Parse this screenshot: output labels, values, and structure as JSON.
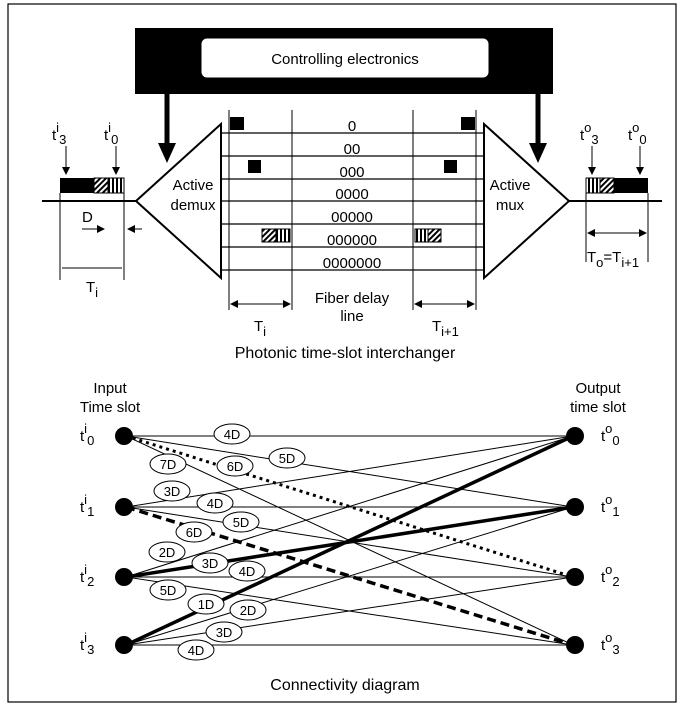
{
  "top": {
    "controller_label": "Controlling electronics",
    "demux_line1": "Active",
    "demux_line2": "demux",
    "mux_line1": "Active",
    "mux_line2": "mux",
    "delay_loops": [
      "0",
      "00",
      "000",
      "0000",
      "00000",
      "000000",
      "0000000"
    ],
    "fiber_line1": "Fiber delay",
    "fiber_line2": "line",
    "input_t3": "t",
    "input_t3_sup": "i",
    "input_t3_sub": "3",
    "input_t0": "t",
    "input_t0_sup": "i",
    "input_t0_sub": "0",
    "output_t3": "t",
    "output_t3_sup": "o",
    "output_t3_sub": "3",
    "output_t0": "t",
    "output_t0_sup": "o",
    "output_t0_sub": "0",
    "D_label": "D",
    "Ti_label": "T",
    "Ti_sub": "i",
    "Ti_mid": "T",
    "Ti_mid_sub": "i",
    "Ti1_mid": "T",
    "Ti1_mid_sub": "i+1",
    "To_label": "T",
    "To_sub": "o",
    "To_eq": "=T",
    "To_eq_sub": "i+1",
    "caption": "Photonic time-slot interchanger"
  },
  "bottom": {
    "input_header_line1": "Input",
    "input_header_line2": "Time slot",
    "output_header_line1": "Output",
    "output_header_line2": "time slot",
    "inputs": [
      {
        "t": "t",
        "sup": "i",
        "sub": "0"
      },
      {
        "t": "t",
        "sup": "i",
        "sub": "1"
      },
      {
        "t": "t",
        "sup": "i",
        "sub": "2"
      },
      {
        "t": "t",
        "sup": "i",
        "sub": "3"
      }
    ],
    "outputs": [
      {
        "t": "t",
        "sup": "o",
        "sub": "0"
      },
      {
        "t": "t",
        "sup": "o",
        "sub": "1"
      },
      {
        "t": "t",
        "sup": "o",
        "sub": "2"
      },
      {
        "t": "t",
        "sup": "o",
        "sub": "3"
      }
    ],
    "delay_labels": [
      "4D",
      "7D",
      "6D",
      "5D",
      "3D",
      "4D",
      "6D",
      "5D",
      "2D",
      "3D",
      "4D",
      "5D",
      "1D",
      "2D",
      "3D",
      "4D"
    ],
    "caption": "Connectivity diagram"
  }
}
